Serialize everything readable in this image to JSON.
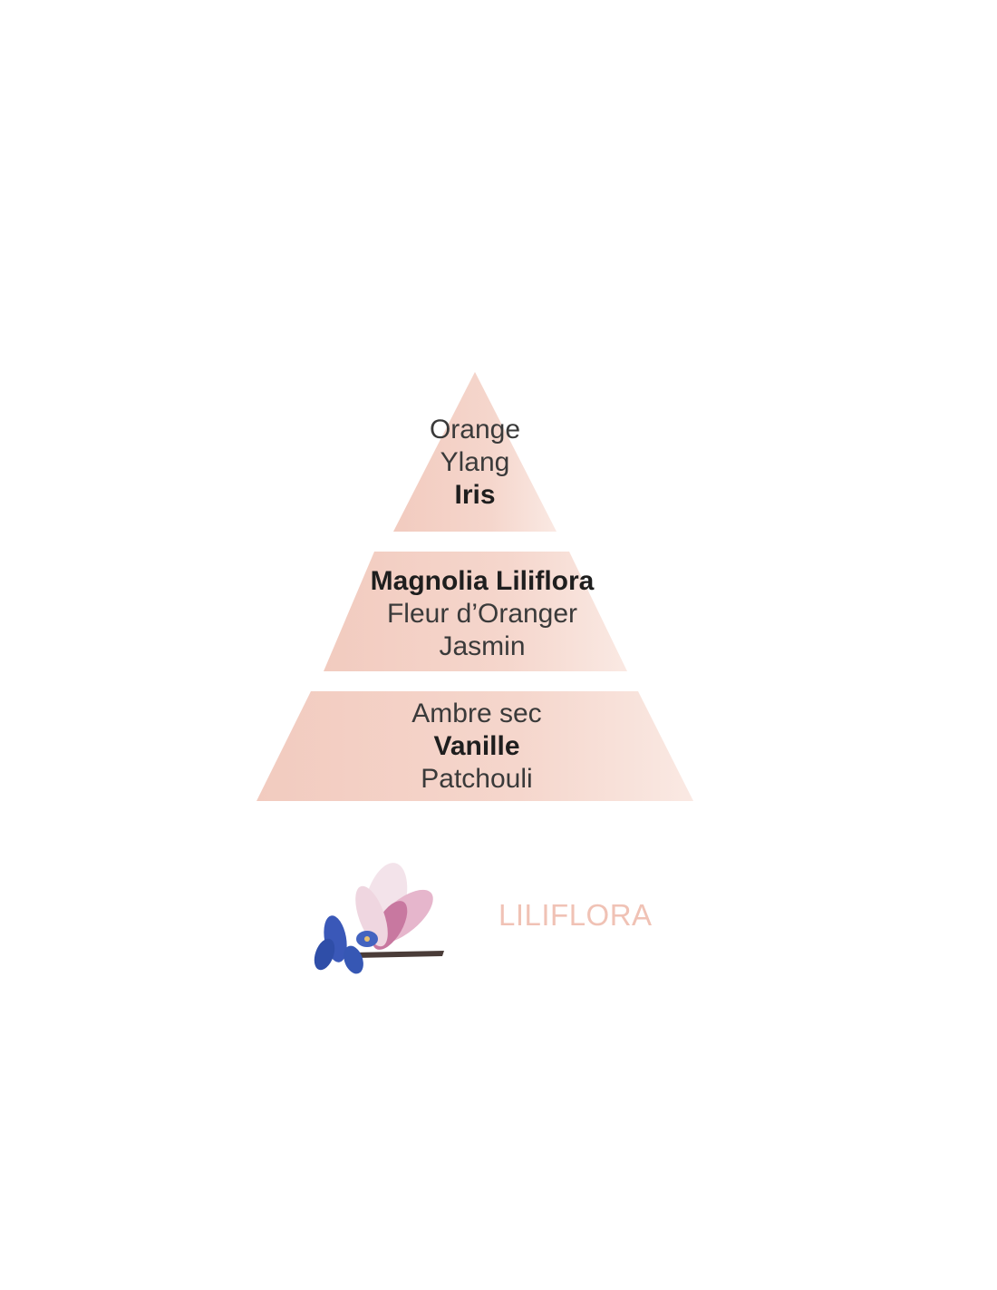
{
  "pyramid": {
    "top": [
      "Orange",
      "Ylang",
      "Iris"
    ],
    "heart": [
      "Magnolia Liliflora",
      "Fleur d’Oranger",
      "Jasmin"
    ],
    "base": [
      "Ambre sec",
      "Vanille",
      "Patchouli"
    ]
  },
  "fragrance_name": "LILIFLORA",
  "colors": {
    "tier_left": "#f3cec2",
    "tier_right": "#fae9e3",
    "name": "#f0c2b5"
  }
}
